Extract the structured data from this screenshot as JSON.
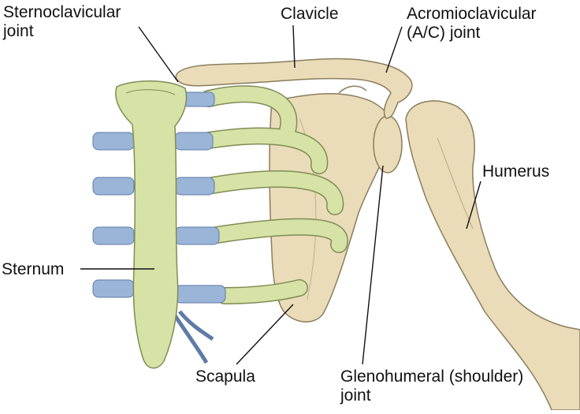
{
  "labels": {
    "sternoclavicular": [
      "Sternoclavicular",
      "joint"
    ],
    "clavicle": "Clavicle",
    "acromioclavicular": [
      "Acromioclavicular",
      "(A/C) joint"
    ],
    "humerus": "Humerus",
    "sternum": "Sternum",
    "scapula": "Scapula",
    "glenohumeral": [
      "Glenohumeral (shoulder)",
      "joint"
    ]
  },
  "colors": {
    "bone": "#eadcb9",
    "bone_outline": "#8a7d5c",
    "rib_bone": "#d6e2a6",
    "rib_outline": "#7f8c55",
    "cartilage": "#9bb5d8",
    "cartilage_outline": "#5f7aa6",
    "leader_line": "#111111"
  }
}
